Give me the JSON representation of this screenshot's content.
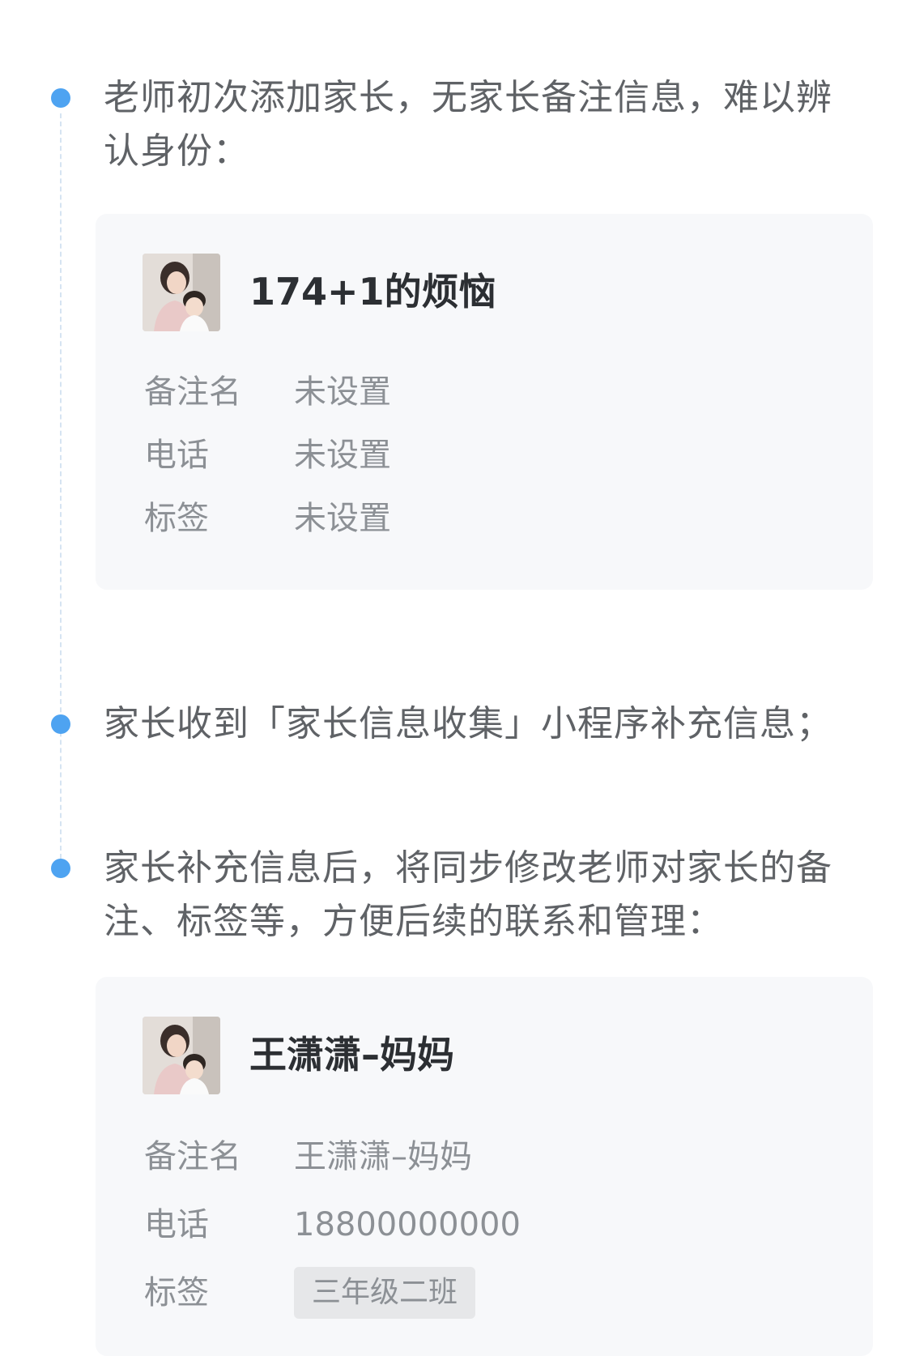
{
  "accent_color": "#4ea3f1",
  "steps": [
    {
      "text": "老师初次添加家长，无家长备注信息，难以辨认身份："
    },
    {
      "text": "家长收到「家长信息收集」小程序补充信息；"
    },
    {
      "text": "家长补充信息后，将同步修改老师对家长的备注、标签等，方便后续的联系和管理："
    }
  ],
  "card_before": {
    "avatar_icon": "parent-child-photo",
    "name": "174+1的烦恼",
    "rows": [
      {
        "label": "备注名",
        "value": "未设置"
      },
      {
        "label": "电话",
        "value": "未设置"
      },
      {
        "label": "标签",
        "value": "未设置"
      }
    ]
  },
  "card_after": {
    "avatar_icon": "parent-child-photo",
    "name": "王潇潇–妈妈",
    "rows": [
      {
        "label": "备注名",
        "value": "王潇潇–妈妈"
      },
      {
        "label": "电话",
        "value": "18800000000"
      },
      {
        "label": "标签",
        "value": "三年级二班"
      }
    ]
  }
}
